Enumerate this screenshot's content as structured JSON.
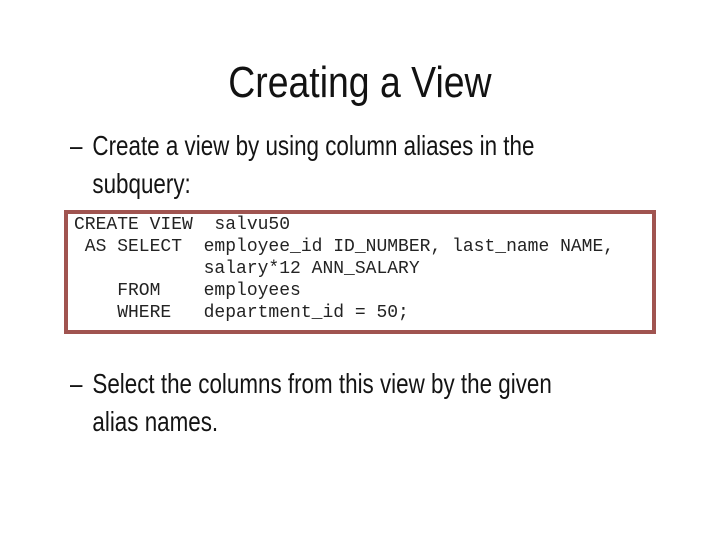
{
  "slide": {
    "title": "Creating a View",
    "bullets": [
      {
        "marker": "–",
        "lines": [
          "Create a view by using column aliases in the",
          "subquery:"
        ]
      },
      {
        "marker": "–",
        "lines": [
          "Select the columns from this view by the given",
          "alias names."
        ]
      }
    ],
    "code_box": {
      "border_color": "#a05450",
      "language": "SQL",
      "lines": [
        "CREATE VIEW  salvu50",
        " AS SELECT  employee_id ID_NUMBER, last_name NAME,",
        "            salary*12 ANN_SALARY",
        "    FROM    employees",
        "    WHERE   department_id = 50;"
      ]
    }
  }
}
